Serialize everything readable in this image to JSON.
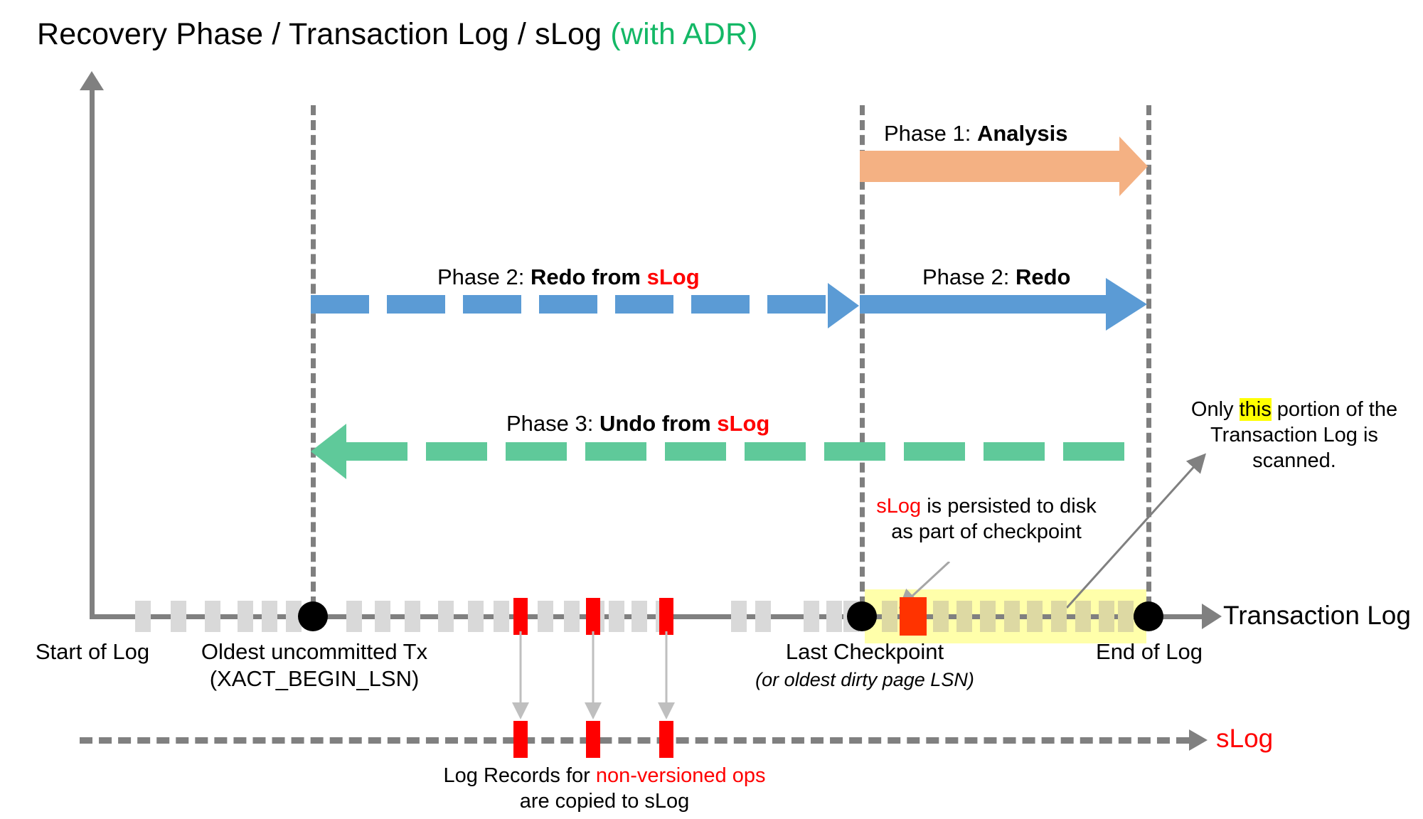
{
  "title": {
    "main": "Recovery Phase / Transaction Log / sLog ",
    "accent": "(with ADR)"
  },
  "colors": {
    "analysis_arrow": "#f4b183",
    "redo_arrow": "#5b9bd5",
    "undo_arrow": "#5fc99a",
    "log_block": "#d9d9d9",
    "slog_block": "#ff0000",
    "highlight_band": "#ffffaa",
    "highlight_word": "#ffff00",
    "axis": "#808080",
    "accent_green": "#14b866",
    "accent_red": "#ff0000"
  },
  "phases": [
    {
      "id": "analysis",
      "prefix": "Phase 1: ",
      "name": "Analysis",
      "suffix": "",
      "direction": "right",
      "style": "solid"
    },
    {
      "id": "redo_from_slog",
      "prefix": "Phase 2: ",
      "name": "Redo from ",
      "suffix": "sLog",
      "direction": "right",
      "style": "dashed"
    },
    {
      "id": "redo",
      "prefix": "Phase 2: ",
      "name": "Redo",
      "suffix": "",
      "direction": "right",
      "style": "solid"
    },
    {
      "id": "undo_from_slog",
      "prefix": "Phase 3: ",
      "name": "Undo from ",
      "suffix": "sLog",
      "direction": "left",
      "style": "dashed"
    }
  ],
  "timeline": {
    "series_label": "Transaction Log",
    "slog_label": "sLog",
    "markers": [
      {
        "id": "start-of-log",
        "label": "Start of Log",
        "sublabel": ""
      },
      {
        "id": "oldest-tx",
        "label": "Oldest uncommitted Tx",
        "sublabel": "(XACT_BEGIN_LSN)"
      },
      {
        "id": "last-checkpoint",
        "label": "Last Checkpoint",
        "sublabel": "(or oldest dirty page LSN)"
      },
      {
        "id": "end-of-log",
        "label": "End of Log",
        "sublabel": ""
      }
    ]
  },
  "annotations": {
    "checkpoint_note": {
      "red_word": "sLog",
      "rest": " is persisted to disk as part of checkpoint"
    },
    "scan_note": {
      "pre": "Only ",
      "highlight": "this",
      "post": " portion of the Transaction Log is scanned."
    },
    "slog_copy_note": {
      "pre": "Log Records for ",
      "red": "non-versioned ops",
      "post": "are copied to sLog"
    }
  }
}
